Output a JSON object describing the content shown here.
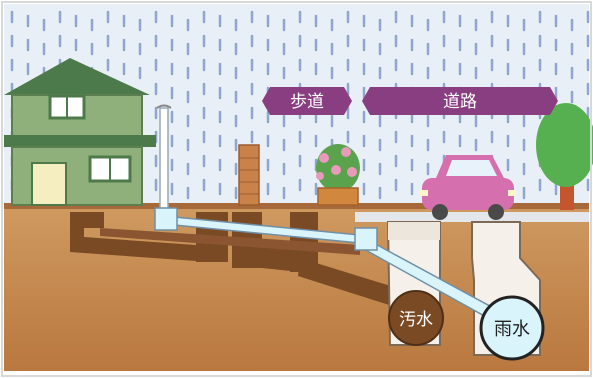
{
  "banners": {
    "sidewalk": "歩道",
    "road": "道路"
  },
  "pipes": {
    "sewage_label": "汚水",
    "rain_label": "雨水"
  },
  "colors": {
    "sky": "#e8eef6",
    "rain": "#8fa6cf",
    "ground": "#c48a4f",
    "ground_dark": "#9c6233",
    "pipe_brown": "#7a4a24",
    "banner": "#8a3e82",
    "house_wall": "#8fb07a",
    "house_roof": "#4d7a4a",
    "car": "#d56fae",
    "tree": "#56b04f",
    "brick": "#c9834a",
    "water_pipe": "#d9f4fb"
  }
}
